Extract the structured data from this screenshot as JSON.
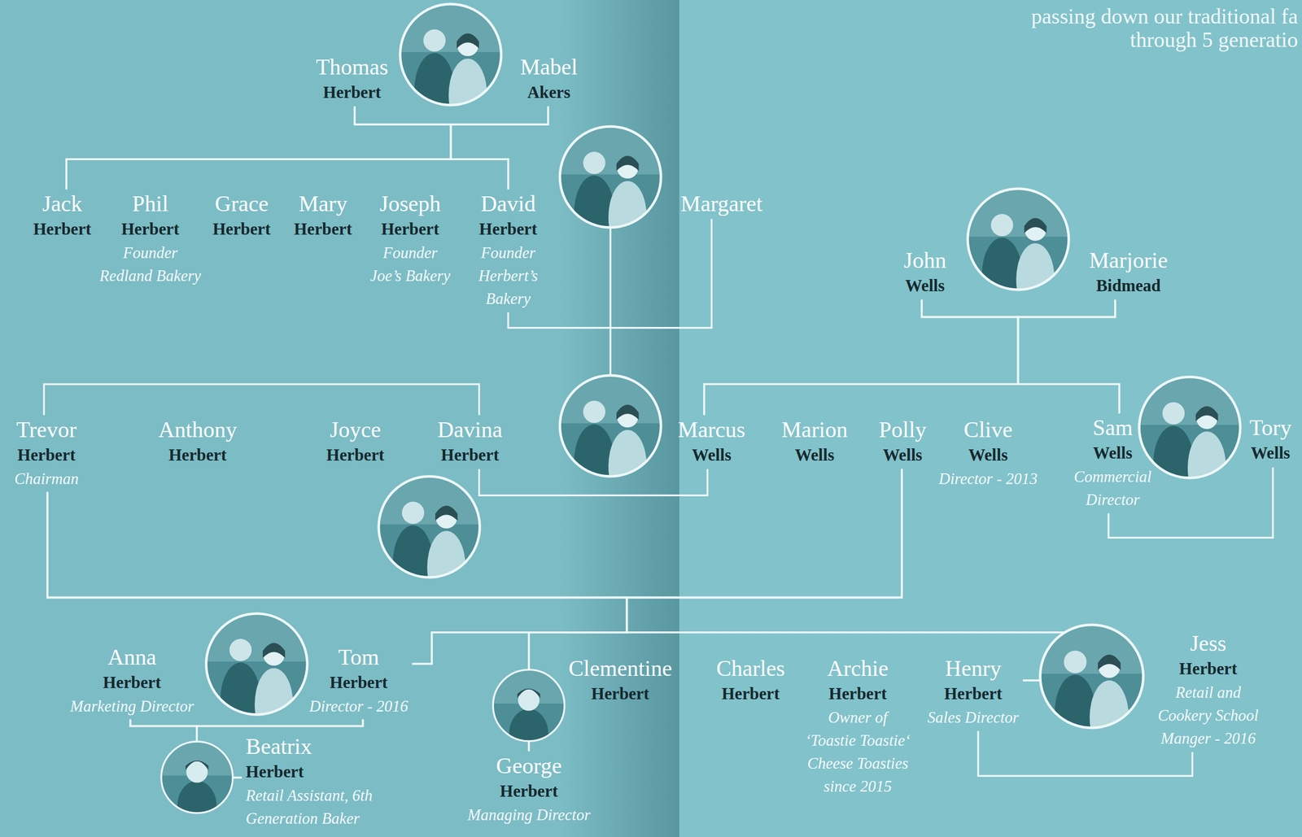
{
  "diagram": {
    "nodes": [
      {
        "text": [
          "Thomas",
          "Herbert"
        ]
      },
      {
        "text": [
          "Mabel",
          "Akers"
        ]
      },
      {
        "text": [
          "Jack",
          "Herbert"
        ]
      },
      {
        "text": [
          "Phil",
          "Herbert",
          "Founder Redland Bakery"
        ]
      },
      {
        "text": [
          "Grace",
          "Herbert"
        ]
      },
      {
        "text": [
          "Mary",
          "Herbert"
        ]
      },
      {
        "text": [
          "Joseph",
          "Herbert",
          "Founder Joe’s Bakery"
        ]
      },
      {
        "text": [
          "David",
          "Herbert",
          "Founder Herbert’s Bakery"
        ]
      },
      {
        "text": [
          "Margaret"
        ]
      },
      {
        "text": [
          "John",
          "Wells"
        ]
      },
      {
        "text": [
          "Marjorie",
          "Bidmead"
        ]
      },
      {
        "text": [
          "Trevor",
          "Herbert",
          "Chairman"
        ]
      },
      {
        "text": [
          "Anthony",
          "Herbert"
        ]
      },
      {
        "text": [
          "Joyce",
          "Herbert"
        ]
      },
      {
        "text": [
          "Davina",
          "Herbert"
        ]
      },
      {
        "text": [
          "Marcus",
          "Wells"
        ]
      },
      {
        "text": [
          "Marion",
          "Wells"
        ]
      },
      {
        "text": [
          "Polly",
          "Wells"
        ]
      },
      {
        "text": [
          "Clive",
          "Wells",
          "Director - 2013"
        ]
      },
      {
        "text": [
          "Sam",
          "Wells",
          "Commercial Director"
        ]
      },
      {
        "text": [
          "Tory",
          "Wells"
        ]
      },
      {
        "text": [
          "Anna",
          "Herbert",
          "Marketing Director"
        ]
      },
      {
        "text": [
          "Tom",
          "Herbert",
          "Director - 2016"
        ]
      },
      {
        "text": [
          "Beatrix",
          "Herbert",
          "Retail Assistant, 6th Generation Baker"
        ]
      },
      {
        "text": [
          "Clementine",
          "Herbert"
        ]
      },
      {
        "text": [
          "George",
          "Herbert",
          "Managing Director"
        ]
      },
      {
        "text": [
          "Charles",
          "Herbert"
        ]
      },
      {
        "text": [
          "Archie",
          "Herbert",
          "Owner of ‘Toastie Toastie‘ Cheese Toasties since 2015"
        ]
      },
      {
        "text": [
          "Henry",
          "Herbert",
          "Sales Director"
        ]
      },
      {
        "text": [
          "Jess",
          "Herbert",
          "Retail and Cookery School Manger - 2016"
        ]
      }
    ],
    "edges": [
      {
        "from": 0,
        "to": 1,
        "arrow": "none"
      },
      {
        "from": 0,
        "to": 2,
        "arrow": "none"
      },
      {
        "from": 0,
        "to": 7,
        "arrow": "none"
      },
      {
        "from": 1,
        "to": 2,
        "arrow": "none"
      },
      {
        "from": 1,
        "to": 7,
        "arrow": "none"
      },
      {
        "from": 7,
        "to": 8,
        "arrow": "none"
      },
      {
        "from": 9,
        "to": 10,
        "arrow": "none"
      },
      {
        "from": 9,
        "to": 15,
        "arrow": "none"
      },
      {
        "from": 9,
        "to": 19,
        "arrow": "none"
      },
      {
        "from": 10,
        "to": 15,
        "arrow": "none"
      },
      {
        "from": 10,
        "to": 19,
        "arrow": "none"
      },
      {
        "from": 11,
        "to": 14,
        "arrow": "none"
      },
      {
        "from": 14,
        "to": 15,
        "arrow": "none"
      },
      {
        "from": 19,
        "to": 20,
        "arrow": "none"
      },
      {
        "from": 11,
        "to": 17,
        "arrow": "none"
      },
      {
        "from": 11,
        "to": 22,
        "arrow": "none"
      },
      {
        "from": 11,
        "to": 25,
        "arrow": "none"
      },
      {
        "from": 11,
        "to": 28,
        "arrow": "none"
      },
      {
        "from": 17,
        "to": 22,
        "arrow": "none"
      },
      {
        "from": 17,
        "to": 25,
        "arrow": "none"
      },
      {
        "from": 17,
        "to": 28,
        "arrow": "none"
      },
      {
        "from": 21,
        "to": 22,
        "arrow": "none"
      },
      {
        "from": 21,
        "to": 23,
        "arrow": "none"
      },
      {
        "from": 22,
        "to": 23,
        "arrow": "none"
      },
      {
        "from": 28,
        "to": 29,
        "arrow": "none"
      }
    ],
    "labels": [
      "passing down our traditional fa",
      "through 5 generatio"
    ]
  }
}
